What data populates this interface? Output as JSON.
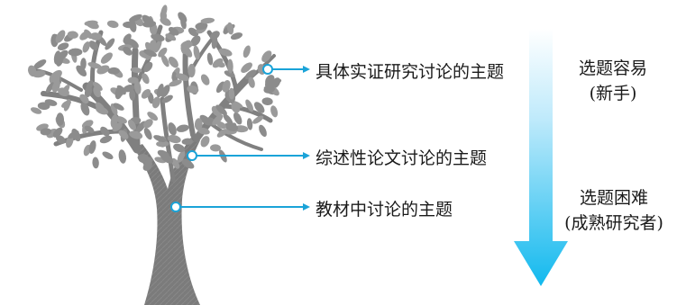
{
  "topics": [
    {
      "label": "具体实证研究讨论的主题"
    },
    {
      "label": "综述性论文讨论的主题"
    },
    {
      "label": "教材中讨论的主题"
    }
  ],
  "scale": {
    "top_line1": "选题容易",
    "top_line2": "(新手)",
    "bottom_line1": "选题困难",
    "bottom_line2": "(成熟研究者)"
  },
  "colors": {
    "tree": "#8c8c8c",
    "trunk": "#7b7b7b",
    "connector": "#1aa3d8",
    "arrow_top": "#ffffff",
    "arrow_bottom": "#12b9ee"
  }
}
